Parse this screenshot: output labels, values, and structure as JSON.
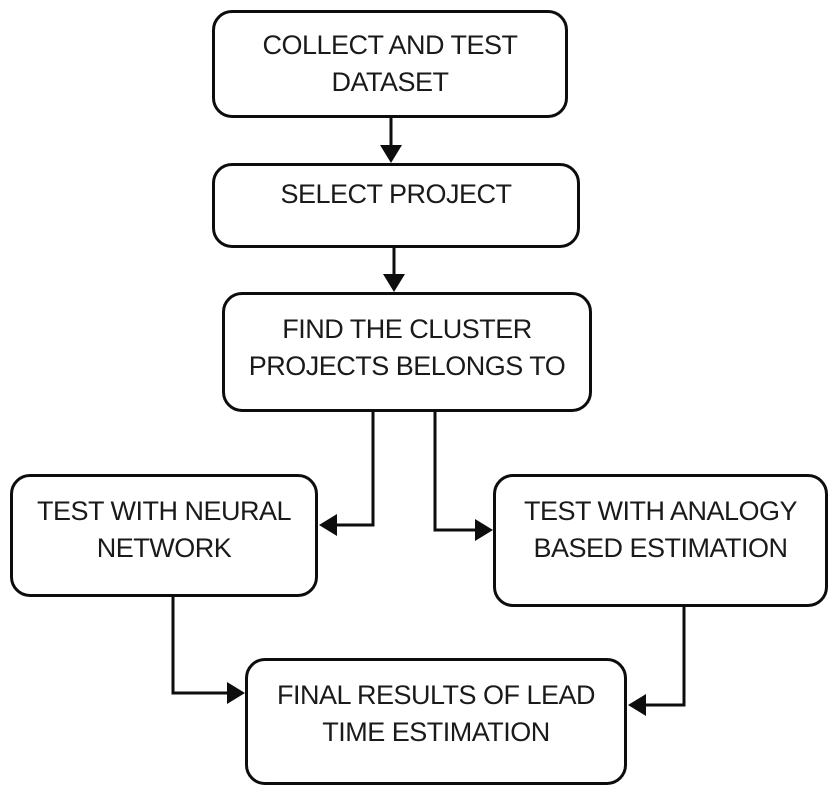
{
  "diagram": {
    "type": "flowchart",
    "background_color": "#ffffff",
    "box_fill_color": "#ffffff",
    "box_border_color": "#0d0d0d",
    "arrow_color": "#0d0d0d",
    "text_color": "#1a1a1a",
    "nodes": [
      {
        "id": "collect-dataset",
        "label": "COLLECT AND TEST DATASET",
        "lines": [
          "COLLECT AND TEST",
          "DATASET"
        ]
      },
      {
        "id": "select-project",
        "label": "SELECT PROJECT",
        "lines": [
          "SELECT PROJECT"
        ]
      },
      {
        "id": "find-cluster",
        "label": "FIND THE CLUSTER PROJECTS BELONGS TO",
        "lines": [
          "FIND THE CLUSTER",
          "PROJECTS BELONGS TO"
        ]
      },
      {
        "id": "neural-network",
        "label": "TEST WITH NEURAL NETWORK",
        "lines": [
          "TEST WITH NEURAL",
          "NETWORK"
        ]
      },
      {
        "id": "analogy-estimation",
        "label": "TEST WITH ANALOGY BASED ESTIMATION",
        "lines": [
          "TEST WITH ANALOGY",
          "BASED ESTIMATION"
        ]
      },
      {
        "id": "final-results",
        "label": "FINAL RESULTS OF LEAD TIME ESTIMATION",
        "lines": [
          "FINAL RESULTS OF LEAD",
          "TIME ESTIMATION"
        ]
      }
    ],
    "edges": [
      {
        "from": "collect-dataset",
        "to": "select-project"
      },
      {
        "from": "select-project",
        "to": "find-cluster"
      },
      {
        "from": "find-cluster",
        "to": "neural-network"
      },
      {
        "from": "find-cluster",
        "to": "analogy-estimation"
      },
      {
        "from": "neural-network",
        "to": "final-results"
      },
      {
        "from": "analogy-estimation",
        "to": "final-results"
      }
    ]
  }
}
